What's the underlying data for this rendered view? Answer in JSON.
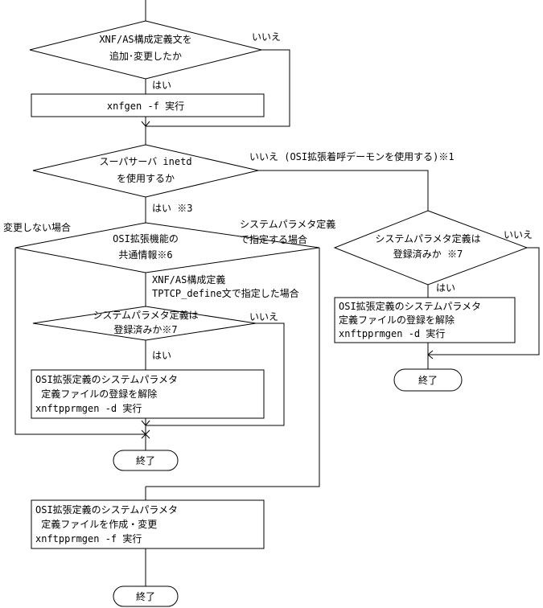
{
  "colors": {
    "line": "#000000",
    "background": "#ffffff"
  },
  "decisions": {
    "d1": {
      "line1": "XNF/AS構成定義文を",
      "line2": "追加･変更したか",
      "no": "いいえ",
      "yes": "はい"
    },
    "d2": {
      "line1": "スーパサーバ inetd",
      "line2": "を使用するか",
      "no": "いいえ (OSI拡張着呼デーモンを使用する)※1",
      "yes": "はい ※3"
    },
    "d3": {
      "line1": "OSI拡張機能の",
      "line2": "共通情報※6",
      "left": "変更しない場合",
      "right_line1": "システムパラメタ定義",
      "right_line2": "で指定する場合",
      "down_line1": "XNF/AS構成定義",
      "down_line2": "TPTCP_define文で指定した場合"
    },
    "d4": {
      "line1": "システムパラメタ定義は",
      "line2": "登録済みか※7",
      "no": "いいえ",
      "yes": "はい"
    },
    "d5": {
      "line1": "システムパラメタ定義は",
      "line2": "登録済みか ※7",
      "no": "いいえ",
      "yes": "はい"
    }
  },
  "processes": {
    "p1": {
      "line1": "xnfgen -f 実行"
    },
    "p2": {
      "line1": "OSI拡張定義のシステムパラメタ",
      "line2": " 定義ファイルの登録を解除",
      "line3": "xnftpprmgen -d 実行"
    },
    "p3": {
      "line1": "OSI拡張定義のシステムパラメタ",
      "line2": "定義ファイルの登録を解除",
      "line3": "xnftpprmgen -d 実行"
    },
    "p4": {
      "line1": "OSI拡張定義のシステムパラメタ",
      "line2": " 定義ファイルを作成・変更",
      "line3": "xnftpprmgen -f 実行"
    }
  },
  "terminals": {
    "t1": "終了",
    "t2": "終了",
    "t3": "終了"
  }
}
